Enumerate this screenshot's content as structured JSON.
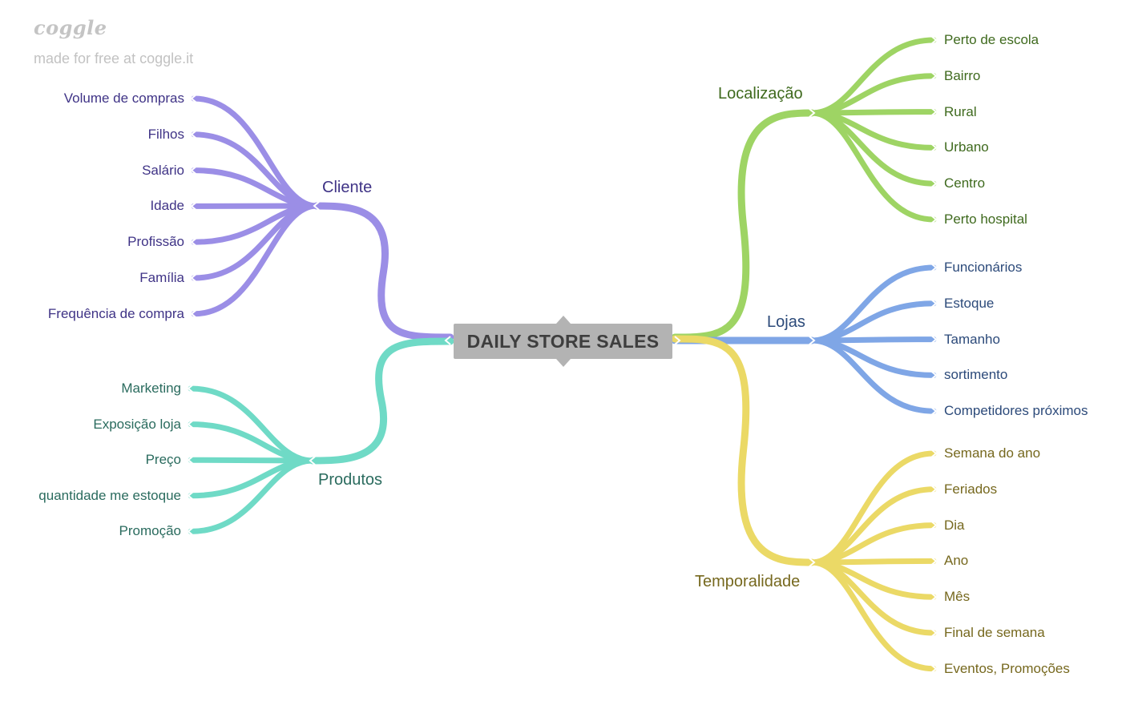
{
  "watermark": {
    "logo": "coggle",
    "text": "made for free at coggle.it"
  },
  "central": {
    "label": "DAILY STORE SALES"
  },
  "branches": [
    {
      "label": "Cliente",
      "side": "left",
      "color": "#9b8ee6",
      "text_color": "#3f3386",
      "leaves": [
        "Volume de compras",
        "Filhos",
        "Salário",
        "Idade",
        "Profissão",
        "Família",
        "Frequência de compra"
      ]
    },
    {
      "label": "Produtos",
      "side": "left",
      "color": "#6fdac6",
      "text_color": "#2a6b5e",
      "leaves": [
        "Marketing",
        "Exposição loja",
        "Preço",
        "quantidade me estoque",
        "Promoção"
      ]
    },
    {
      "label": "Localização",
      "side": "right",
      "color": "#9ed464",
      "text_color": "#3f6a1e",
      "leaves": [
        "Perto de escola",
        "Bairro",
        "Rural",
        "Urbano",
        "Centro",
        "Perto hospital"
      ]
    },
    {
      "label": "Lojas",
      "side": "right",
      "color": "#7fa6e6",
      "text_color": "#2c4a7a",
      "leaves": [
        "Funcionários",
        "Estoque",
        "Tamanho",
        "sortimento",
        "Competidores próximos"
      ]
    },
    {
      "label": "Temporalidade",
      "side": "right",
      "color": "#ebd966",
      "text_color": "#76681e",
      "leaves": [
        "Semana do ano",
        "Feriados",
        "Dia",
        "Ano",
        "Mês",
        "Final de semana",
        "Eventos, Promoções"
      ]
    }
  ]
}
